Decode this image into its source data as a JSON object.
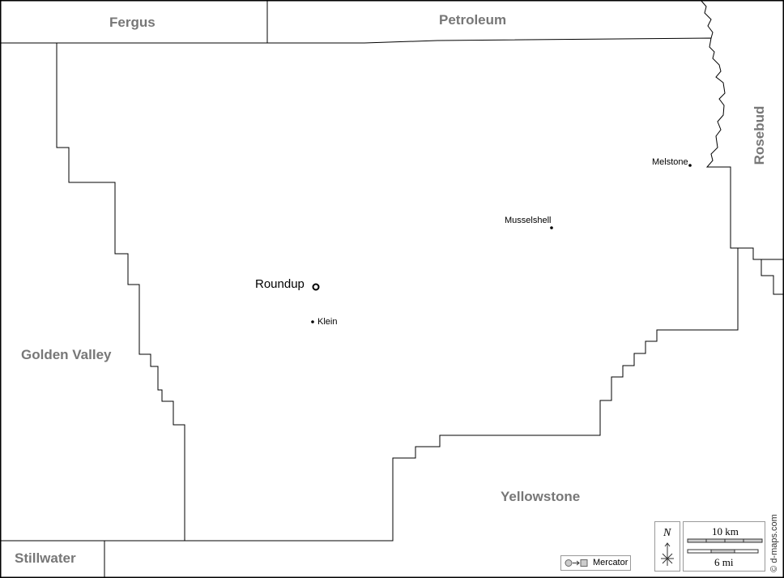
{
  "map": {
    "county": "Musselshell",
    "neighbors": [
      {
        "id": "fergus",
        "label": "Fergus"
      },
      {
        "id": "petroleum",
        "label": "Petroleum"
      },
      {
        "id": "rosebud",
        "label": "Rosebud"
      },
      {
        "id": "golden-valley",
        "label": "Golden Valley"
      },
      {
        "id": "yellowstone",
        "label": "Yellowstone"
      },
      {
        "id": "stillwater",
        "label": "Stillwater"
      }
    ],
    "towns": [
      {
        "id": "roundup",
        "label": "Roundup",
        "type": "county-seat"
      },
      {
        "id": "klein",
        "label": "Klein",
        "type": "town"
      },
      {
        "id": "musselshell",
        "label": "Musselshell",
        "type": "town"
      },
      {
        "id": "melstone",
        "label": "Melstone",
        "type": "town"
      }
    ],
    "colors": {
      "border": "#000000",
      "label": "#777777",
      "scale_fill": "#cccccc"
    }
  },
  "legend": {
    "projection": "Mercator",
    "north": "N",
    "scale_km": "10 km",
    "scale_mi": "6 mi",
    "credit": "© d-maps.com"
  }
}
